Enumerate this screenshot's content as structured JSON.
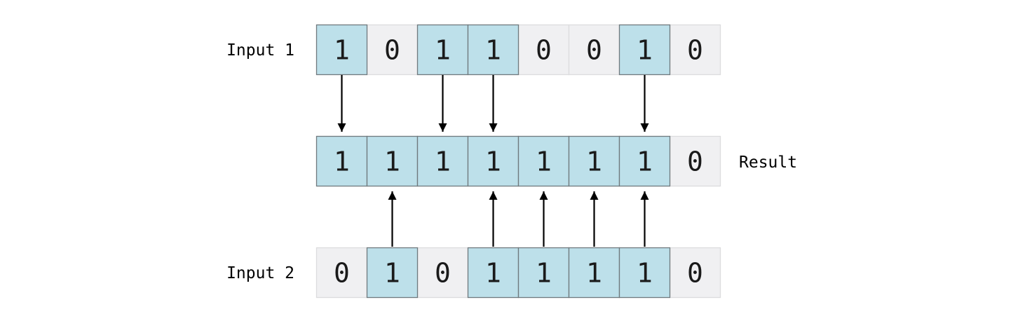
{
  "rows": [
    {
      "label": "Input 1",
      "bits": [
        "1",
        "0",
        "1",
        "1",
        "0",
        "0",
        "1",
        "0"
      ]
    },
    {
      "label": "Result",
      "bits": [
        "1",
        "1",
        "1",
        "1",
        "1",
        "1",
        "1",
        "0"
      ]
    },
    {
      "label": "Input 2",
      "bits": [
        "0",
        "1",
        "0",
        "1",
        "1",
        "1",
        "1",
        "0"
      ]
    }
  ],
  "colors": {
    "set_bit_fill": "#bde0ea",
    "set_bit_border": "#707a7e",
    "clear_bit_fill": "#f0f0f2",
    "clear_bit_border": "#dcdcde"
  },
  "arrows": {
    "from_input_1": [
      0,
      2,
      3,
      6
    ],
    "from_input_2": [
      1,
      3,
      4,
      5,
      6
    ]
  }
}
